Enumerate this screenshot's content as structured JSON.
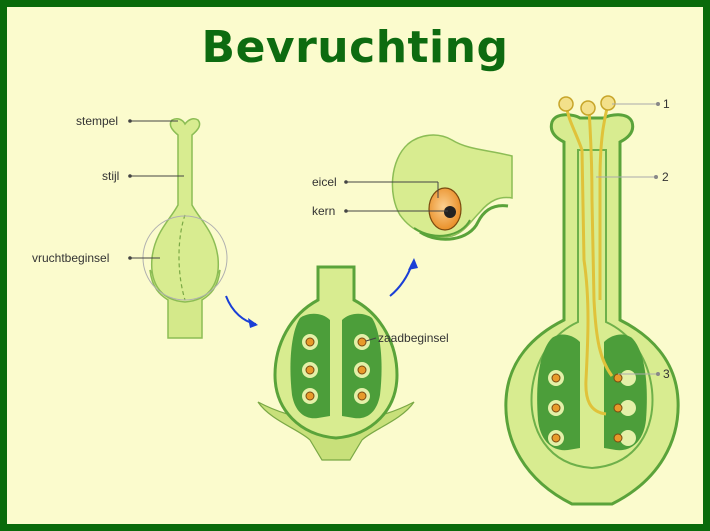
{
  "title": "Bevruchting",
  "labels": {
    "stempel": "stempel",
    "stijl": "stijl",
    "vruchtbeginsel": "vruchtbeginsel",
    "eicel": "eicel",
    "kern": "kern",
    "zaadbeginsel": "zaadbeginsel"
  },
  "numbers": [
    "1",
    "2",
    "3"
  ],
  "colors": {
    "border": "#0a6a0a",
    "background": "#fbfbcd",
    "title": "#0d6b10",
    "plant_fill": "#d4e98a",
    "plant_stroke": "#5aa33a",
    "dark_green": "#4c9e3a",
    "pollen_tube": "#e0c23a",
    "egg_cell": "#f0a030",
    "arrow": "#1a3fd6"
  }
}
